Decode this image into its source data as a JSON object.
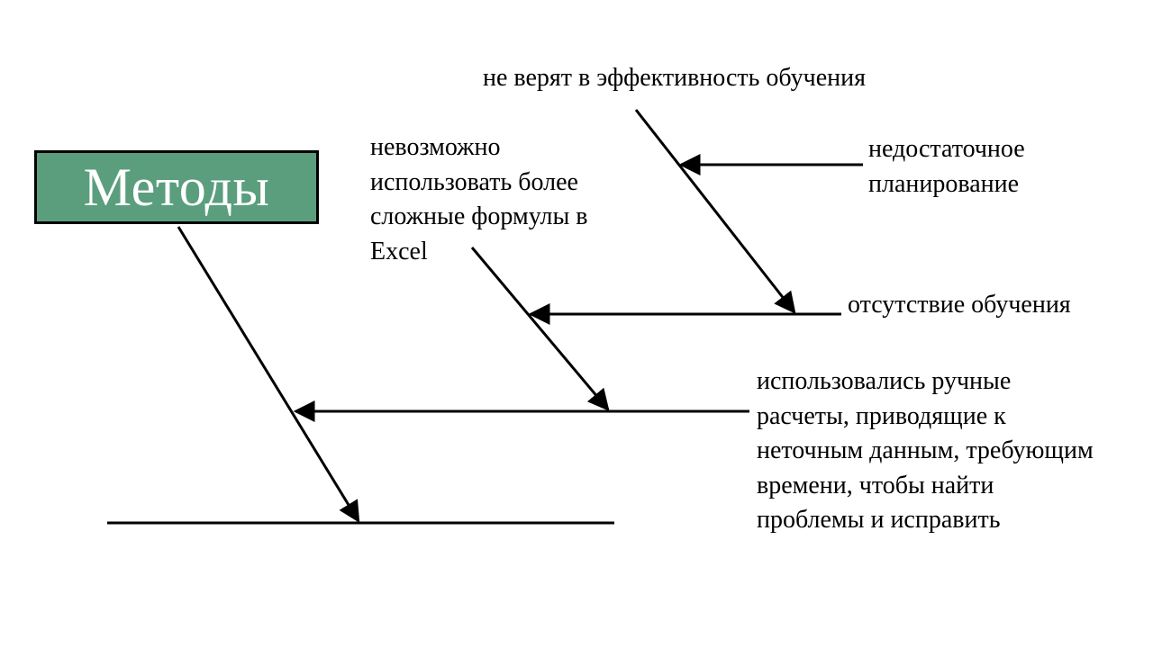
{
  "category": {
    "title": "Методы",
    "fill_color": "#5a9e7e"
  },
  "causes": {
    "top": "не верят в эффективность обучения",
    "planning": "недостаточное\nпланирование",
    "training": "отсутствие обучения",
    "formulas": "невозможно\nиспользовать более\nсложные формулы в\nExcel",
    "manual": "использовались ручные\nрасчеты, приводящие к\nнеточным данным, требующим\nвремени, чтобы найти\nпроблемы и исправить"
  }
}
